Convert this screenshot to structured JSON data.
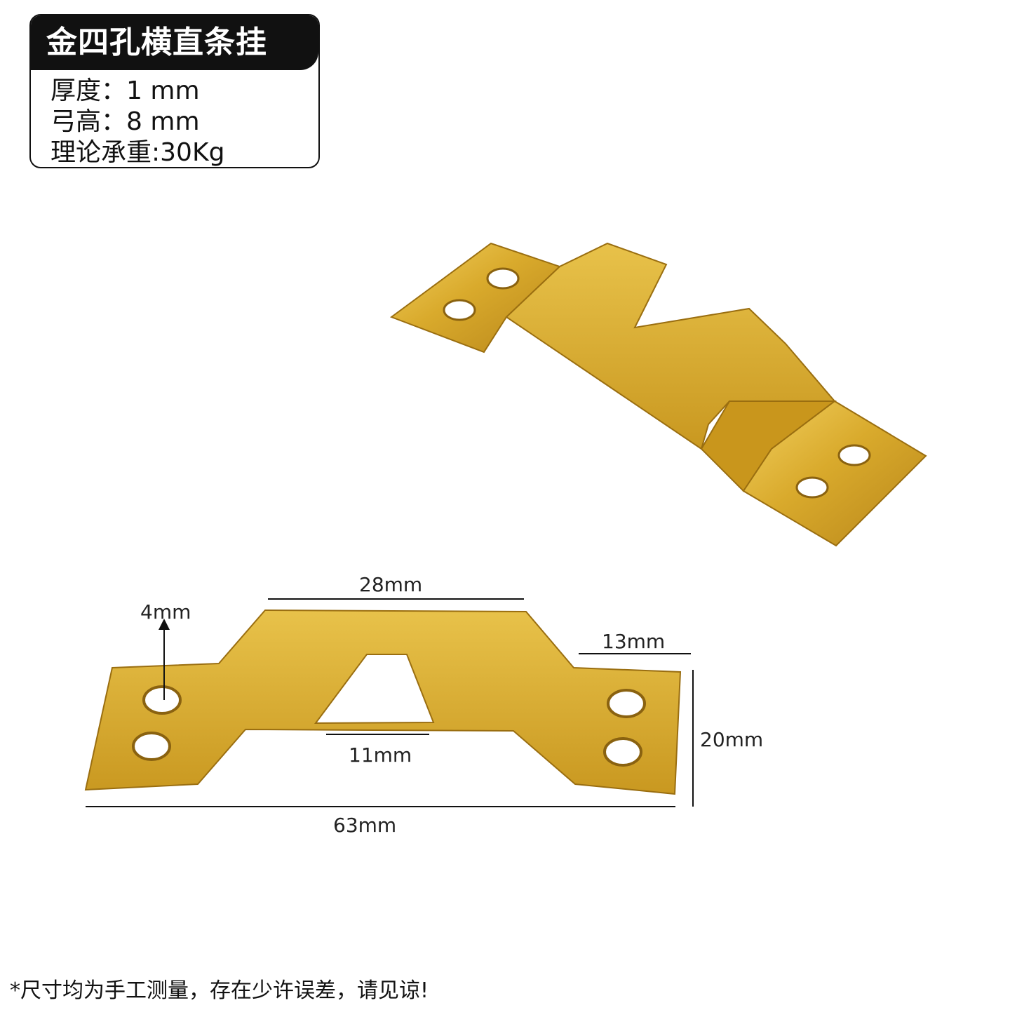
{
  "spec_card": {
    "title": "金四孔横直条挂",
    "rows": [
      {
        "label": "厚度",
        "value": "1 mm"
      },
      {
        "label": "弓高",
        "value": "8 mm"
      },
      {
        "label": "理论承重",
        "value": "30Kg"
      }
    ]
  },
  "dimensions": {
    "top_width": "28mm",
    "hole_to_edge": "4mm",
    "flange_width": "13mm",
    "height": "20mm",
    "slot_width": "11mm",
    "total_length": "63mm"
  },
  "colors": {
    "brass": "#d9a92a",
    "brass_light": "#efcd58",
    "brass_dark": "#a97a12"
  },
  "footnote": "*尺寸均为手工测量，存在少许误差，请见谅!"
}
